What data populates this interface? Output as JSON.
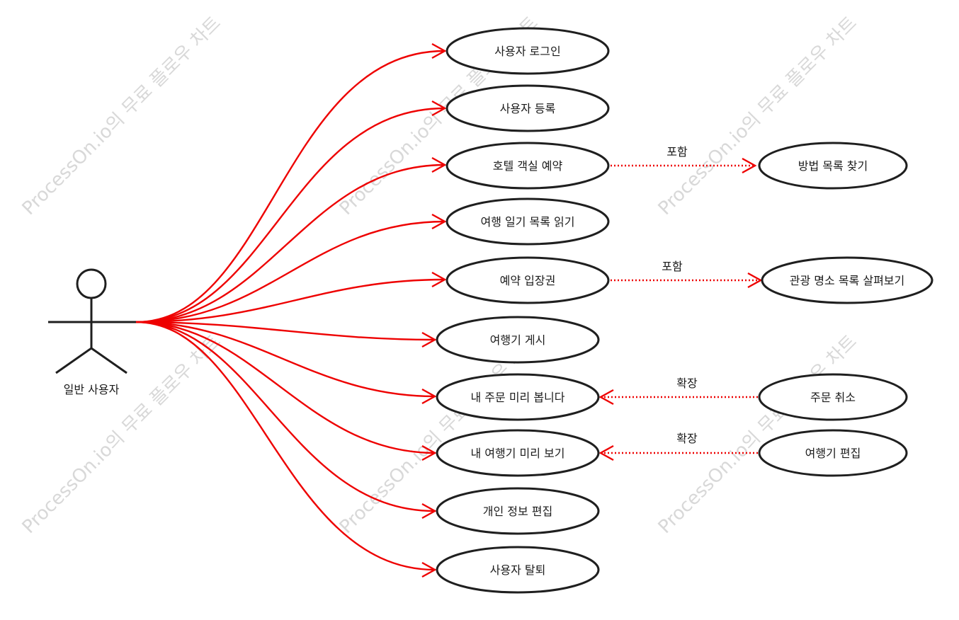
{
  "watermark": "ProcessOn.io의 무료 플로우 차트",
  "actor": {
    "label": "일반 사용자"
  },
  "colors": {
    "association": "#ee0000",
    "outline": "#1f1f1f",
    "watermark": "#d8d8d8"
  },
  "use_cases": [
    {
      "id": "login",
      "label": "사용자 로그인"
    },
    {
      "id": "register",
      "label": "사용자 등록"
    },
    {
      "id": "hotel",
      "label": "호텔 객실 예약"
    },
    {
      "id": "diary",
      "label": "여행 일기 목록 읽기"
    },
    {
      "id": "ticket",
      "label": "예약 입장권"
    },
    {
      "id": "post",
      "label": "여행기 게시"
    },
    {
      "id": "orders",
      "label": "내 주문 미리 봅니다"
    },
    {
      "id": "mytravel",
      "label": "내 여행기 미리 보기"
    },
    {
      "id": "profile",
      "label": "개인 정보 편집"
    },
    {
      "id": "withdraw",
      "label": "사용자 탈퇴"
    }
  ],
  "secondary_cases": [
    {
      "id": "method",
      "label": "방법 목록 찾기"
    },
    {
      "id": "sights",
      "label": "관광 명소 목록 살펴보기"
    },
    {
      "id": "cancel",
      "label": "주문 취소"
    },
    {
      "id": "edittravel",
      "label": "여행기 편집"
    }
  ],
  "relations": [
    {
      "from": "hotel",
      "to": "method",
      "label": "포함"
    },
    {
      "from": "ticket",
      "to": "sights",
      "label": "포함"
    },
    {
      "from": "cancel",
      "to": "orders",
      "label": "확장"
    },
    {
      "from": "edittravel",
      "to": "mytravel",
      "label": "확장"
    }
  ]
}
